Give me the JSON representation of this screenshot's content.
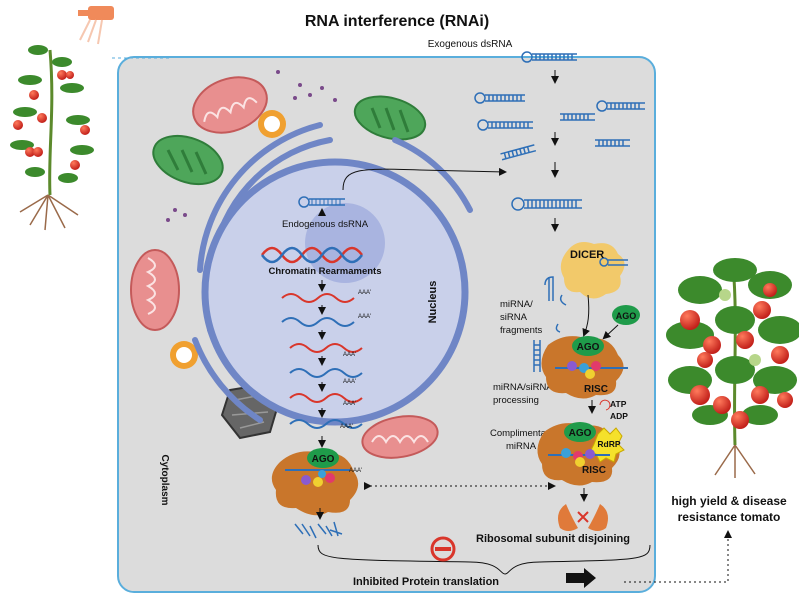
{
  "title": "RNA interference (RNAi)",
  "labels": {
    "exogenous": "Exogenous dsRNA",
    "endogenous": "Endogenous dsRNA",
    "chromatin": "Chromatin Rearmaments",
    "nucleus": "Nucleus",
    "cytoplasm": "Cytoplasm",
    "dicer": "DICER",
    "fragments": [
      "miRNA/",
      "siRNA",
      "fragments"
    ],
    "processing": [
      "miRNA/siRNA",
      "processing"
    ],
    "complimentary": [
      "Complimentary",
      "miRNA"
    ],
    "ago": "AGO",
    "risc": "RISC",
    "rdrp": "RdRP",
    "atp": "ATP",
    "adp": "ADP",
    "aaa": "AAA'",
    "ribosomal": "Ribosomal subunit disjoining",
    "inhibited": "Inhibited Protein translation",
    "outcome": [
      "high yield & disease",
      "resistance tomato"
    ]
  },
  "colors": {
    "cell_fill": "#dcdcdc",
    "cell_border": "#5aaedc",
    "nucleus_fill": "#c9d0ea",
    "er": "#6f86c6",
    "rna_blue": "#2e6fb7",
    "rna_red": "#d9362b",
    "ago": "#1f9b4a",
    "risc_blob": "#c9762b",
    "mito_fill": "#e88f8f",
    "chloro_fill": "#4ea65a",
    "tomato": "#e23a25",
    "leaf": "#3c8a2c"
  }
}
